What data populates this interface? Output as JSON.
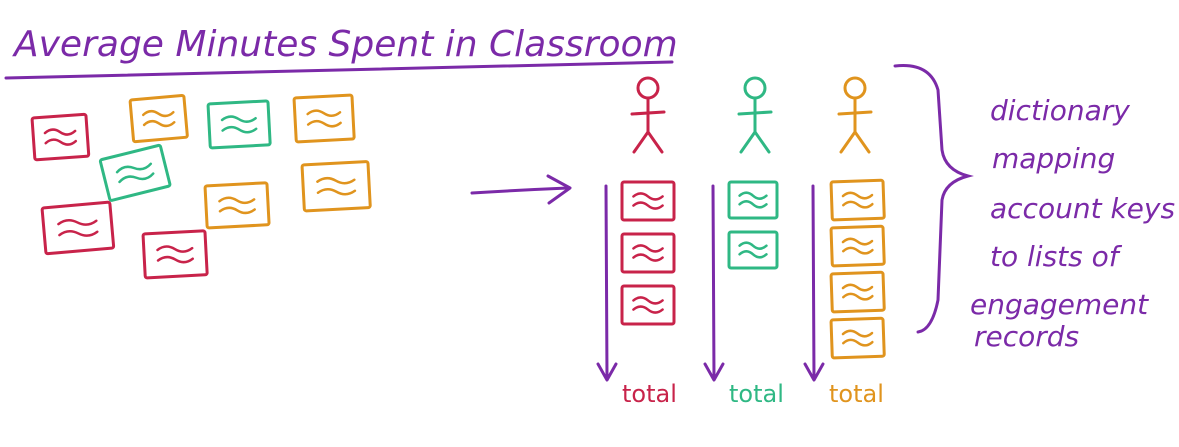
{
  "title": "Average Minutes Spent in Classroom",
  "annotation": [
    "dictionary",
    "mapping",
    "account keys",
    "to lists of",
    "engagement",
    "records"
  ],
  "columns": [
    {
      "person": "student-1",
      "color": "#c8234a",
      "record_count": 3,
      "total_label": "total"
    },
    {
      "person": "student-2",
      "color": "#2fb884",
      "record_count": 2,
      "total_label": "total"
    },
    {
      "person": "student-3",
      "color": "#e0941e",
      "record_count": 4,
      "total_label": "total"
    }
  ],
  "scattered_records": [
    {
      "color": "#c8234a"
    },
    {
      "color": "#e0941e"
    },
    {
      "color": "#2fb884"
    },
    {
      "color": "#e0941e"
    },
    {
      "color": "#2fb884"
    },
    {
      "color": "#e0941e"
    },
    {
      "color": "#c8234a"
    },
    {
      "color": "#e0941e"
    },
    {
      "color": "#c8234a"
    }
  ],
  "colors": {
    "ink": "#7b2aa8",
    "red": "#c8234a",
    "green": "#2fb884",
    "orange": "#e0941e",
    "background": "#ffffff"
  }
}
